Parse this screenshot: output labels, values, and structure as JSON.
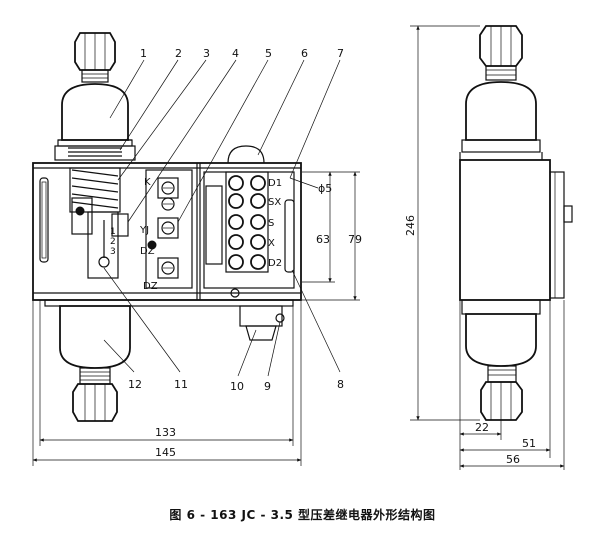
{
  "caption": "图 6 - 163    JC - 3.5 型压差继电器外形结构图",
  "part_numbers": [
    "1",
    "2",
    "3",
    "4",
    "5",
    "6",
    "7",
    "8",
    "9",
    "10",
    "11",
    "12"
  ],
  "terminal_labels": {
    "left": [
      "K",
      "YJ",
      "DZ",
      "DZ"
    ],
    "right": [
      "D1",
      "SX",
      "S",
      "X",
      "D2"
    ]
  },
  "scale_marks": [
    "1",
    "2",
    "3"
  ],
  "dimensions": {
    "hole": "ϕ5",
    "height_inner": "63",
    "height_outer": "79",
    "width_inner": "133",
    "width_outer": "145",
    "total_height": "246",
    "side_22": "22",
    "side_51": "51",
    "side_56": "56"
  }
}
